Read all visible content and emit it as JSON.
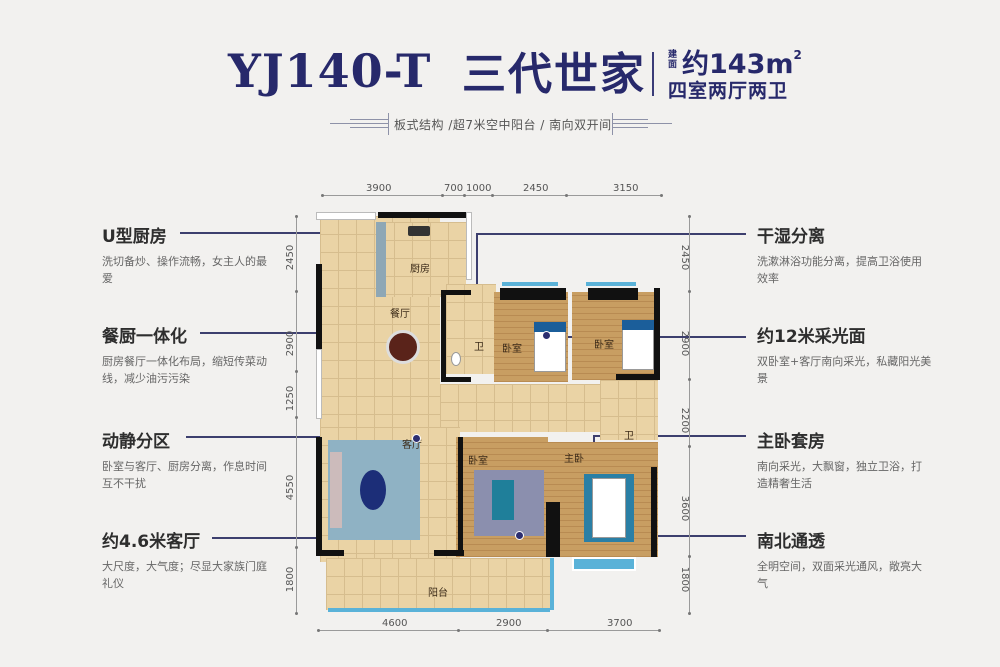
{
  "header": {
    "model_code": "YJ140-T",
    "model_name": "三代世家",
    "area_prefix": "建面",
    "area_value": "约143m",
    "area_unit_sup": "2",
    "layout": "四室两厅两卫",
    "subtitle": "板式结构 /超7米空中阳台 / 南向双开间"
  },
  "features_left": [
    {
      "title": "U型厨房",
      "desc": "洗切备炒、操作流畅，女主人的最爱"
    },
    {
      "title": "餐厨一体化",
      "desc": "厨房餐厅一体化布局，缩短传菜动线，减少油污污染"
    },
    {
      "title": "动静分区",
      "desc": "卧室与客厅、厨房分离，作息时间互不干扰"
    },
    {
      "title": "约4.6米客厅",
      "desc": "大尺度，大气度；尽显大家族门庭礼仪"
    }
  ],
  "features_right": [
    {
      "title": "干湿分离",
      "desc": "洗漱淋浴功能分离，提高卫浴使用效率"
    },
    {
      "title": "约12米采光面",
      "desc": "双卧室+客厅南向采光，私藏阳光美景"
    },
    {
      "title": "主卧套房",
      "desc": "南向采光，大飘窗，独立卫浴，打造精奢生活"
    },
    {
      "title": "南北通透",
      "desc": "全明空间，双面采光通风，敞亮大气"
    }
  ],
  "dimensions": {
    "top": [
      "3900",
      "700",
      "1000",
      "2450",
      "3150"
    ],
    "bottom": [
      "4600",
      "2900",
      "3700"
    ],
    "left": [
      "2450",
      "2900",
      "1250",
      "4550",
      "1800"
    ],
    "right": [
      "2450",
      "2900",
      "2200",
      "3600",
      "1800"
    ]
  },
  "rooms": {
    "kitchen": "厨房",
    "dining": "餐厅",
    "bath_1": "卫",
    "bedroom_1": "卧室",
    "bedroom_2": "卧室",
    "living": "客厅",
    "bath_2": "卫",
    "bedroom_3": "卧室",
    "master": "主卧",
    "balcony": "阳台"
  },
  "colors": {
    "title": "#27296b",
    "background": "#f2f1ef",
    "leader": "#3d3f6e"
  }
}
